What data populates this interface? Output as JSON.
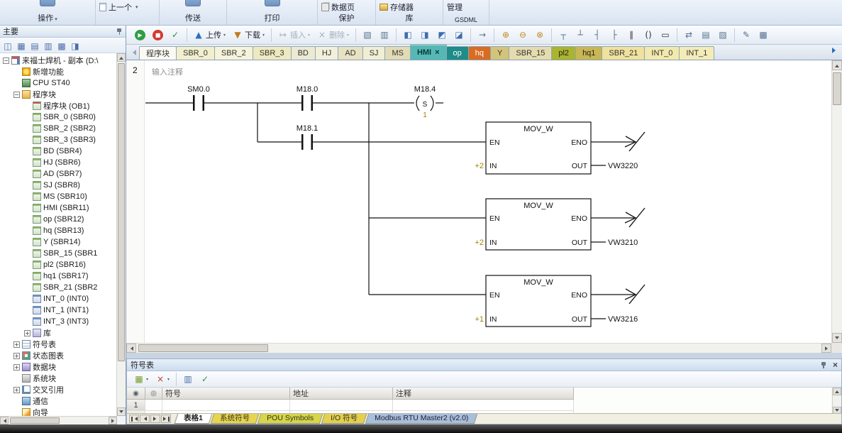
{
  "ribbon": {
    "operate": "操作",
    "previous": "上一个",
    "transfer": "传送",
    "print": "打印",
    "data_page": "数据页",
    "protect": "保护",
    "memory": "存储器",
    "library": "库",
    "manage": "管理",
    "gsdml": "GSDML"
  },
  "toolbar": {
    "items": [
      {
        "name": "run",
        "kind": "round",
        "glyph": "▶",
        "bg": "#2f9e44"
      },
      {
        "name": "stop",
        "kind": "round",
        "glyph": "■",
        "bg": "#d6392e"
      },
      {
        "name": "compile",
        "glyph": "✓",
        "color": "#2f8f3a"
      },
      {
        "kind": "sep"
      },
      {
        "name": "upload",
        "glyph": "▲",
        "color": "#2b6fc4",
        "label": "上传",
        "arrow": true
      },
      {
        "name": "download",
        "glyph": "▼",
        "color": "#c07a1e",
        "label": "下载",
        "arrow": true
      },
      {
        "kind": "sep"
      },
      {
        "name": "insert",
        "glyph": "↦",
        "label": "插入",
        "arrow": true,
        "disabled": true
      },
      {
        "name": "delete",
        "glyph": "×",
        "label": "删除",
        "arrow": true,
        "disabled": true
      },
      {
        "kind": "sep"
      },
      {
        "name": "program-status",
        "glyph": "▧",
        "color": "#55708e"
      },
      {
        "name": "chart-status",
        "glyph": "▥",
        "color": "#55708e"
      },
      {
        "kind": "sep"
      },
      {
        "name": "bookmark-toggle",
        "glyph": "◧",
        "color": "#3c6db0"
      },
      {
        "name": "bookmark-next",
        "glyph": "◨",
        "color": "#3c6db0"
      },
      {
        "name": "bookmark-prev",
        "glyph": "◩",
        "color": "#3c6db0"
      },
      {
        "name": "bookmark-clear",
        "glyph": "◪",
        "color": "#3c6db0"
      },
      {
        "kind": "sep"
      },
      {
        "name": "goto-network",
        "glyph": "→",
        "color": "#55708e"
      },
      {
        "kind": "sep"
      },
      {
        "name": "force",
        "glyph": "⊕",
        "color": "#bf8a1f"
      },
      {
        "name": "unforce",
        "glyph": "⊖",
        "color": "#bf8a1f"
      },
      {
        "name": "force-read",
        "glyph": "⊗",
        "color": "#bf8a1f"
      },
      {
        "kind": "sep"
      },
      {
        "name": "line-down",
        "glyph": "┬",
        "color": "#55708e"
      },
      {
        "name": "line-up",
        "glyph": "┴",
        "color": "#55708e"
      },
      {
        "name": "line-left",
        "glyph": "┤",
        "color": "#55708e"
      },
      {
        "name": "line-right",
        "glyph": "├",
        "color": "#55708e"
      },
      {
        "name": "insert-contact",
        "glyph": "∥",
        "color": "#333333"
      },
      {
        "name": "insert-coil",
        "glyph": "()",
        "color": "#333333"
      },
      {
        "name": "insert-box",
        "glyph": "▭",
        "color": "#333333"
      },
      {
        "kind": "sep"
      },
      {
        "name": "address-mode",
        "glyph": "⇄",
        "color": "#55708e"
      },
      {
        "name": "symbol-info",
        "glyph": "▤",
        "color": "#55708e"
      },
      {
        "name": "constant-view",
        "glyph": "▨",
        "color": "#55708e"
      },
      {
        "kind": "sep"
      },
      {
        "name": "edit-properties",
        "glyph": "✎",
        "color": "#55708e"
      },
      {
        "name": "protection",
        "glyph": "▩",
        "color": "#55708e"
      }
    ]
  },
  "panels": {
    "tree_title": "主要",
    "symbol_title": "符号表",
    "close_glyph": "×"
  },
  "tree": {
    "view_icons": [
      {
        "name": "project-view-icon",
        "glyph": "◫"
      },
      {
        "name": "symbol-table-view-icon",
        "glyph": "▦"
      },
      {
        "name": "status-chart-view-icon",
        "glyph": "▤"
      },
      {
        "name": "data-block-view-icon",
        "glyph": "▥"
      },
      {
        "name": "cross-reference-view-icon",
        "glyph": "▩"
      },
      {
        "name": "communication-view-icon",
        "glyph": "◨"
      }
    ],
    "items": [
      {
        "label": "来福士焊机 - 副本 (D:\\",
        "indent": 0,
        "icon": "project",
        "expander": "minus"
      },
      {
        "label": "新增功能",
        "indent": 1,
        "icon": "new-features"
      },
      {
        "label": "CPU ST40",
        "indent": 1,
        "icon": "cpu"
      },
      {
        "label": "程序块",
        "indent": 1,
        "icon": "folder",
        "expander": "minus"
      },
      {
        "label": "程序块 (OB1)",
        "indent": 2,
        "icon": "pou-main"
      },
      {
        "label": "SBR_0 (SBR0)",
        "indent": 2,
        "icon": "pou"
      },
      {
        "label": "SBR_2 (SBR2)",
        "indent": 2,
        "icon": "pou"
      },
      {
        "label": "SBR_3 (SBR3)",
        "indent": 2,
        "icon": "pou"
      },
      {
        "label": "BD (SBR4)",
        "indent": 2,
        "icon": "pou"
      },
      {
        "label": "HJ (SBR6)",
        "indent": 2,
        "icon": "pou"
      },
      {
        "label": "AD (SBR7)",
        "indent": 2,
        "icon": "pou"
      },
      {
        "label": "SJ (SBR8)",
        "indent": 2,
        "icon": "pou"
      },
      {
        "label": "MS (SBR10)",
        "indent": 2,
        "icon": "pou"
      },
      {
        "label": "HMI (SBR11)",
        "indent": 2,
        "icon": "pou"
      },
      {
        "label": "op (SBR12)",
        "indent": 2,
        "icon": "pou"
      },
      {
        "label": "hq (SBR13)",
        "indent": 2,
        "icon": "pou"
      },
      {
        "label": "Y (SBR14)",
        "indent": 2,
        "icon": "pou"
      },
      {
        "label": "SBR_15 (SBR1",
        "indent": 2,
        "icon": "pou"
      },
      {
        "label": "pl2 (SBR16)",
        "indent": 2,
        "icon": "pou"
      },
      {
        "label": "hq1 (SBR17)",
        "indent": 2,
        "icon": "pou"
      },
      {
        "label": "SBR_21 (SBR2",
        "indent": 2,
        "icon": "pou"
      },
      {
        "label": "INT_0 (INT0)",
        "indent": 2,
        "icon": "pou-int"
      },
      {
        "label": "INT_1 (INT1)",
        "indent": 2,
        "icon": "pou-int"
      },
      {
        "label": "INT_3 (INT3)",
        "indent": 2,
        "icon": "pou-int"
      },
      {
        "label": "库",
        "indent": 2,
        "icon": "library",
        "expander": "plus"
      },
      {
        "label": "符号表",
        "indent": 1,
        "icon": "symbol-table",
        "expander": "plus"
      },
      {
        "label": "状态图表",
        "indent": 1,
        "icon": "status-chart",
        "expander": "plus"
      },
      {
        "label": "数据块",
        "indent": 1,
        "icon": "data-block",
        "expander": "plus"
      },
      {
        "label": "系统块",
        "indent": 1,
        "icon": "system-block"
      },
      {
        "label": "交叉引用",
        "indent": 1,
        "icon": "cross-reference",
        "expander": "plus"
      },
      {
        "label": "通信",
        "indent": 1,
        "icon": "communication"
      },
      {
        "label": "向导",
        "indent": 1,
        "icon": "wizard"
      }
    ]
  },
  "tabs": {
    "items": [
      {
        "label": "程序块",
        "bg": "#fbfaf2",
        "fg": "#333333"
      },
      {
        "label": "SBR_0",
        "bg": "#f2efce",
        "fg": "#333333"
      },
      {
        "label": "SBR_2",
        "bg": "#f6f3da",
        "fg": "#333333"
      },
      {
        "label": "SBR_3",
        "bg": "#eee9c0",
        "fg": "#333333"
      },
      {
        "label": "BD",
        "bg": "#ecead2",
        "fg": "#333333"
      },
      {
        "label": "HJ",
        "bg": "#f2f0da",
        "fg": "#333333"
      },
      {
        "label": "AD",
        "bg": "#e7e2c2",
        "fg": "#333333"
      },
      {
        "label": "SJ",
        "bg": "#f0eed4",
        "fg": "#333333"
      },
      {
        "label": "MS",
        "bg": "#e2dcb6",
        "fg": "#333333"
      },
      {
        "label": "HMI",
        "bg": "#56b8b4",
        "fg": "#06393a",
        "active": true,
        "close": "×"
      },
      {
        "label": "op",
        "bg": "#1e8c88",
        "fg": "#ffffff"
      },
      {
        "label": "hq",
        "bg": "#d96c22",
        "fg": "#ffffff"
      },
      {
        "label": "Y",
        "bg": "#d2c47a",
        "fg": "#333333"
      },
      {
        "label": "SBR_15",
        "bg": "#e4dcae",
        "fg": "#333333"
      },
      {
        "label": "pl2",
        "bg": "#aab42e",
        "fg": "#222222"
      },
      {
        "label": "hq1",
        "bg": "#c9b654",
        "fg": "#222222"
      },
      {
        "label": "SBR_21",
        "bg": "#efe29e",
        "fg": "#333333"
      },
      {
        "label": "INT_0",
        "bg": "#f2e9ae",
        "fg": "#333333"
      },
      {
        "label": "INT_1",
        "bg": "#f4ecb8",
        "fg": "#333333"
      }
    ]
  },
  "ladder": {
    "network_number": "2",
    "comment": "输入注释",
    "contact1": "SM0.0",
    "contact2": "M18.0",
    "contact3": "M18.1",
    "coil": {
      "label": "M18.4",
      "letter": "S",
      "operand": "1"
    },
    "constant_color": "#9c8400",
    "boxes": [
      {
        "title": "MOV_W",
        "en": "EN",
        "eno": "ENO",
        "in": "IN",
        "out": "OUT",
        "in_value": "+2",
        "out_value": "VW3220"
      },
      {
        "title": "MOV_W",
        "en": "EN",
        "eno": "ENO",
        "in": "IN",
        "out": "OUT",
        "in_value": "+2",
        "out_value": "VW3210"
      },
      {
        "title": "MOV_W",
        "en": "EN",
        "eno": "ENO",
        "in": "IN",
        "out": "OUT",
        "in_value": "+1",
        "out_value": "VW3216"
      }
    ]
  },
  "symbol_panel": {
    "toolbar": [
      {
        "name": "insert-symbol",
        "glyph": "▦",
        "color": "#7a9c2e",
        "arrow": true
      },
      {
        "name": "delete-symbol",
        "glyph": "×",
        "color": "#c23a2e",
        "arrow": true
      },
      {
        "kind": "sep"
      },
      {
        "name": "edit-symbols",
        "glyph": "▥",
        "color": "#4a6da8"
      },
      {
        "name": "verify-symbols",
        "glyph": "✓",
        "color": "#2f8f3a"
      }
    ],
    "header_icon1": "◉",
    "header_icon2": "◎",
    "columns": [
      "符号",
      "地址",
      "注释"
    ],
    "row_numbers": [
      "1"
    ],
    "tabs": [
      {
        "label": "表格1",
        "bg": "#ffffff",
        "fg": "#222222",
        "active": true
      },
      {
        "label": "系统符号",
        "bg": "#e8d44e",
        "fg": "#333322"
      },
      {
        "label": "POU Symbols",
        "bg": "#d6d648",
        "fg": "#333322"
      },
      {
        "label": "I/O 符号",
        "bg": "#e4cf4e",
        "fg": "#333322"
      },
      {
        "label": "Modbus RTU Master2 (v2.0)",
        "bg": "#a8bedd",
        "fg": "#223"
      }
    ]
  }
}
